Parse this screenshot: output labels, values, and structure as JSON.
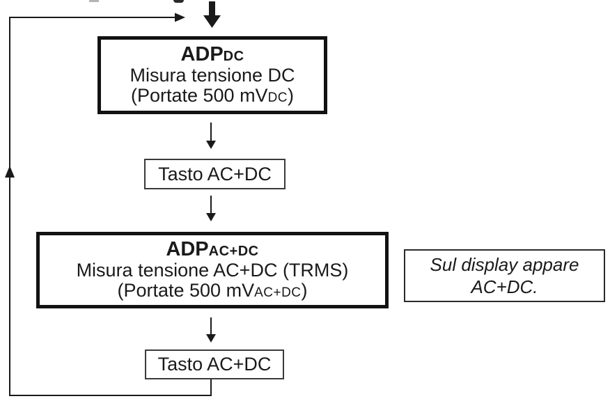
{
  "diagram": {
    "description": "Flowchart: switching an ADP adapter between DC and AC+DC voltage measurement using the AC+DC key",
    "colors": {
      "background": "#ffffff",
      "line": "#1a1a1a",
      "thick_border": "#121212",
      "thin_border": "#3a3a3a"
    },
    "adp_dc_box": {
      "title_main": "ADP",
      "title_sub": "DC",
      "line2": "Misura tensione DC",
      "line3_pre": "(Portate 500 mV",
      "line3_sub": "DC",
      "line3_post": ")"
    },
    "tasto_button_1": {
      "label": "Tasto AC+DC"
    },
    "adp_acdc_box": {
      "title_main": "ADP",
      "title_sub": "AC+DC",
      "line2": "Misura tensione AC+DC (TRMS)",
      "line3_pre": "(Portate 500 mV",
      "line3_sub": "AC+DC",
      "line3_post": ")"
    },
    "display_note": {
      "line1": "Sul display appare",
      "line2": "AC+DC."
    },
    "tasto_button_2": {
      "label": "Tasto AC+DC"
    }
  }
}
